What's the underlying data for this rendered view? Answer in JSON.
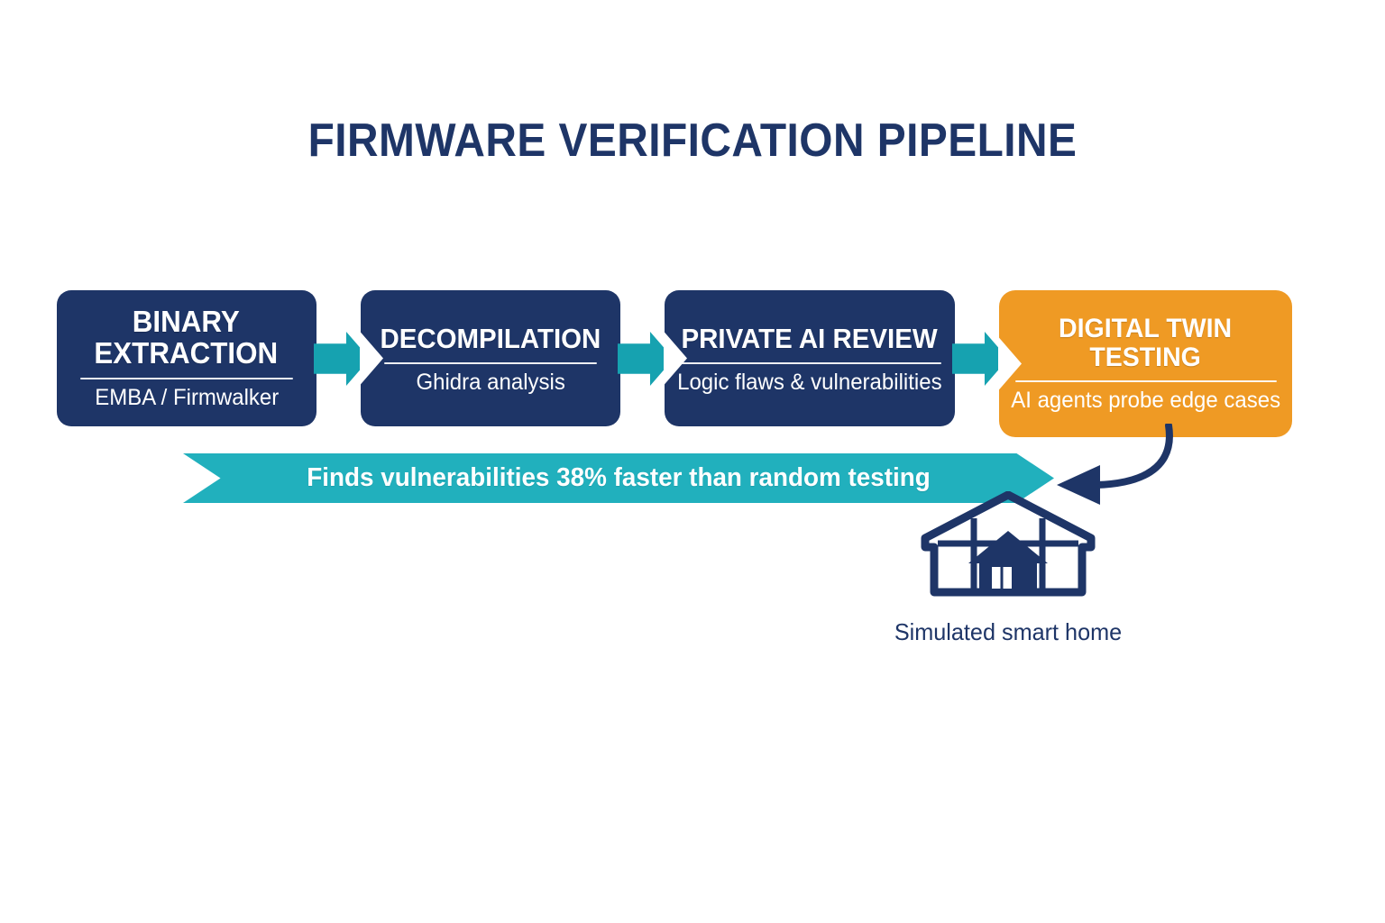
{
  "header": {
    "title": "FIRMWARE VERIFICATION PIPELINE"
  },
  "colors": {
    "navy": "#1e3567",
    "orange": "#ef9a24",
    "teal": "#16a2b0",
    "ribbon_teal": "#21b0bd",
    "white": "#ffffff",
    "background": "#ffffff"
  },
  "pipeline": {
    "stages": [
      {
        "id": "binary-extraction",
        "title": "BINARY\nEXTRACTION",
        "title_line1": "BINARY",
        "title_line2": "EXTRACTION",
        "subtitle": "EMBA / Firmwalker",
        "color": "#1e3567",
        "highlighted": false
      },
      {
        "id": "decompilation",
        "title": "DECOMPILATION",
        "title_line1": "DECOMPILATION",
        "title_line2": "",
        "subtitle": "Ghidra analysis",
        "color": "#1e3567",
        "highlighted": false
      },
      {
        "id": "private-ai-review",
        "title": "PRIVATE AI REVIEW",
        "title_line1": "PRIVATE AI REVIEW",
        "title_line2": "",
        "subtitle": "Logic flaws & vulnerabilities",
        "color": "#1e3567",
        "highlighted": false
      },
      {
        "id": "digital-twin-testing",
        "title": "DIGITAL TWIN TESTING",
        "title_line1": "DIGITAL TWIN",
        "title_line2": "TESTING",
        "subtitle": "AI agents probe edge cases",
        "color": "#ef9a24",
        "highlighted": true
      }
    ],
    "connector_count": 3,
    "connector_icon": "right-arrow-icon"
  },
  "banner": {
    "text": "Finds vulnerabilities 38% faster than random testing",
    "metric": "38%",
    "color": "#21b0bd",
    "shape": "ribbon"
  },
  "callout": {
    "arrow_icon": "curved-left-arrow-icon",
    "icon_name": "house-icon",
    "label": "Simulated smart home",
    "color": "#1e3567"
  }
}
